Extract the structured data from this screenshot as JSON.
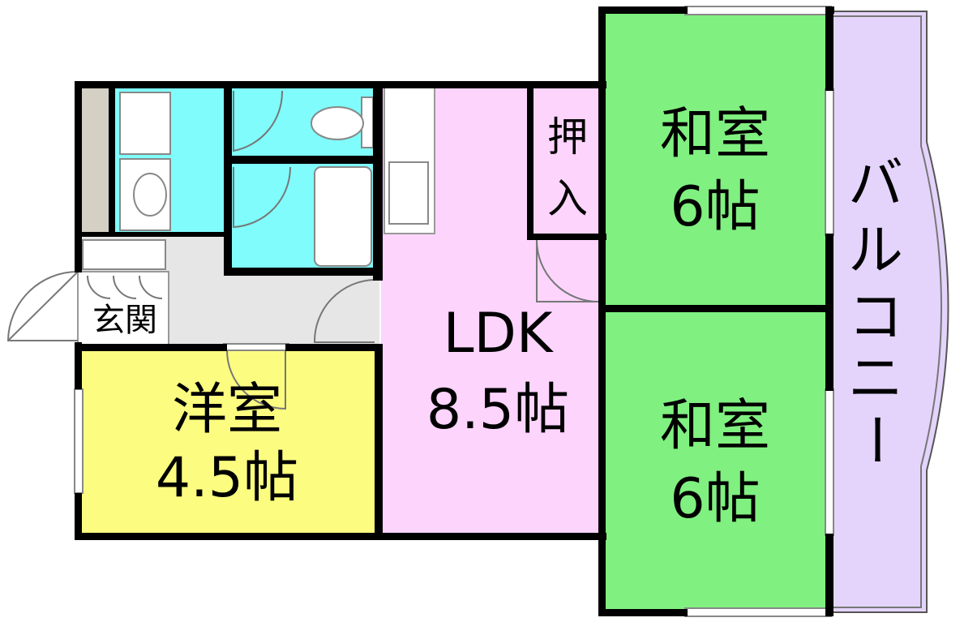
{
  "rooms": {
    "washitsu_top": {
      "name": "和室",
      "size": "6帖"
    },
    "washitsu_bottom": {
      "name": "和室",
      "size": "6帖"
    },
    "oshiire": {
      "line1": "押",
      "line2": "入"
    },
    "ldk": {
      "name": "LDK",
      "size": "8.5帖"
    },
    "youshitsu": {
      "name": "洋室",
      "size": "4.5帖"
    },
    "genkan": {
      "name": "玄関"
    },
    "balcony": {
      "c1": "バ",
      "c2": "ル",
      "c3": "コ",
      "c4": "ニ",
      "c5": "ー"
    }
  },
  "colors": {
    "washitsu": "#80f080",
    "ldk": "#fcd4fc",
    "youshitsu": "#fcfc80",
    "wet": "#80fcfc",
    "balcony": "#e4d4fc",
    "hall": "#e6e6e6",
    "storage": "#d4d0c4",
    "wall": "#000000"
  }
}
